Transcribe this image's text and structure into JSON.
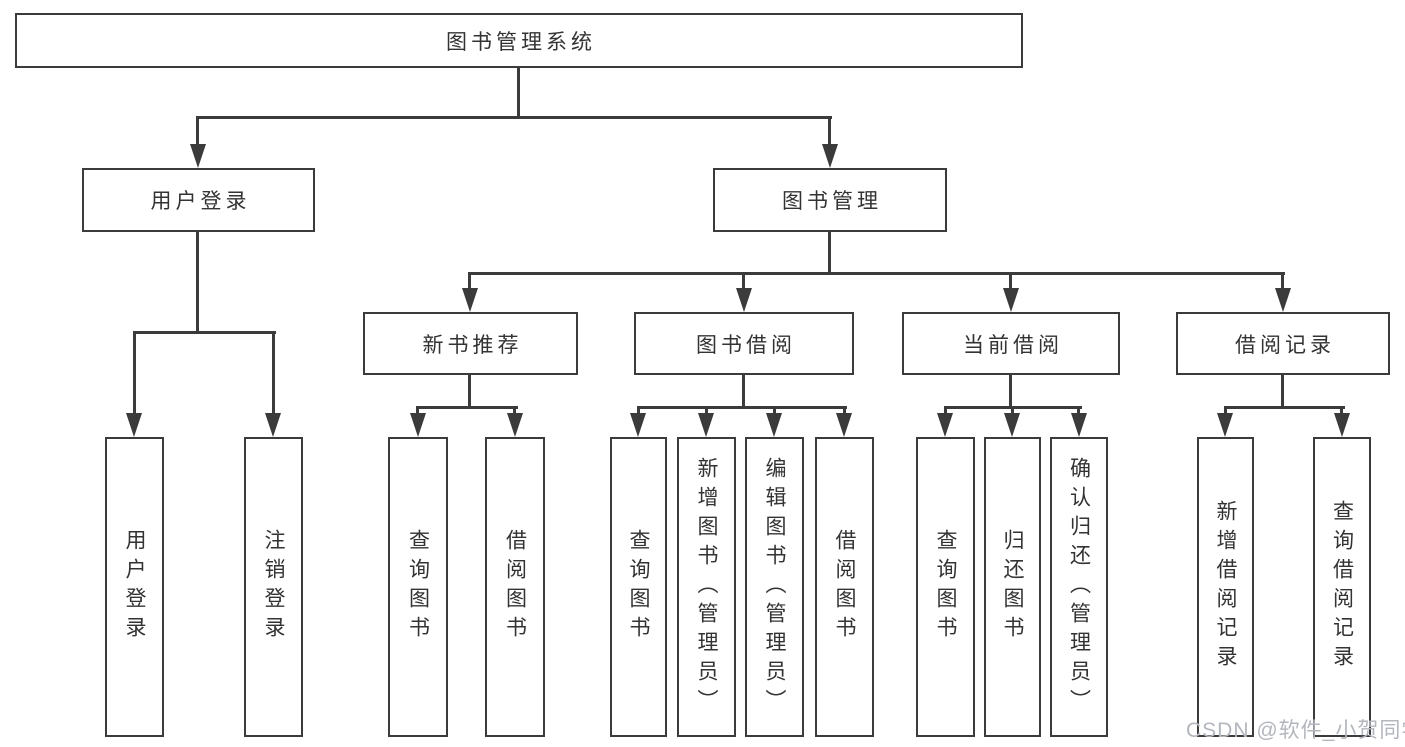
{
  "diagram": {
    "root": {
      "label": "图书管理系统"
    },
    "level2": [
      {
        "label": "用户登录"
      },
      {
        "label": "图书管理"
      }
    ],
    "level3": [
      {
        "label": "新书推荐"
      },
      {
        "label": "图书借阅"
      },
      {
        "label": "当前借阅"
      },
      {
        "label": "借阅记录"
      }
    ],
    "leaves": {
      "user_login": [
        {
          "label": "用户登录"
        },
        {
          "label": "注销登录"
        }
      ],
      "new_book_recommend": [
        {
          "label": "查询图书"
        },
        {
          "label": "借阅图书"
        }
      ],
      "book_borrow": [
        {
          "label": "查询图书"
        },
        {
          "label": "新增图书（管理员）"
        },
        {
          "label": "编辑图书（管理员）"
        },
        {
          "label": "借阅图书"
        }
      ],
      "current_borrow": [
        {
          "label": "查询图书"
        },
        {
          "label": "归还图书"
        },
        {
          "label": "确认归还（管理员）"
        }
      ],
      "borrow_record": [
        {
          "label": "新增借阅记录"
        },
        {
          "label": "查询借阅记录"
        }
      ]
    }
  },
  "watermark": {
    "text": "CSDN @软件_小贺同学"
  },
  "colors": {
    "line": "#3b3b3b",
    "text": "#333333",
    "background": "#ffffff",
    "watermark": "#b2b6bd"
  }
}
